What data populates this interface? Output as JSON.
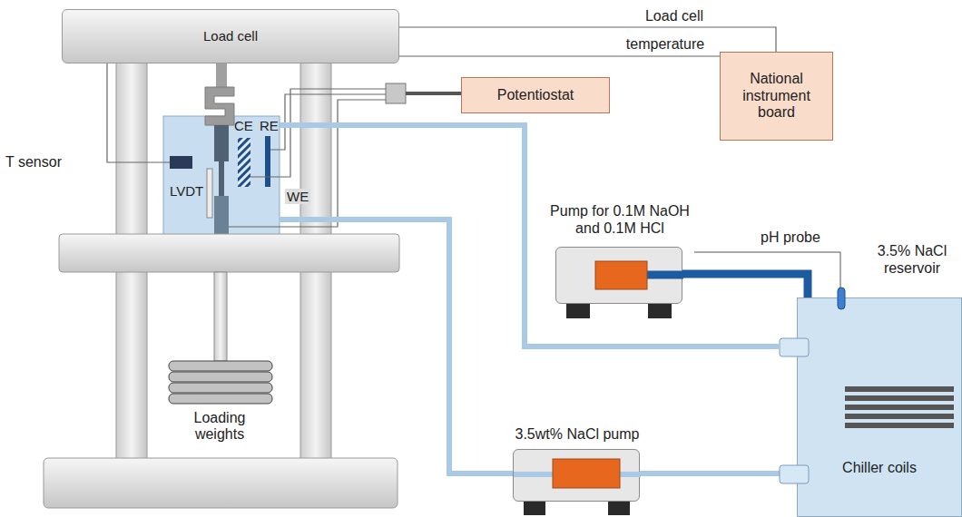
{
  "diagram": {
    "nodes": [
      {
        "text": [
          "Load cell"
        ]
      },
      {
        "text": [
          "Potentiostat"
        ]
      },
      {
        "text": [
          "National instrument board"
        ]
      },
      {
        "text": [
          "Pump for 0.1M NaOH and 0.1M HCl"
        ]
      },
      {
        "text": [
          "3.5wt% NaCl pump"
        ]
      },
      {
        "text": [
          "3.5% NaCl reservoir",
          "Chiller coils"
        ]
      }
    ],
    "edges": [
      {
        "from": 0,
        "to": 2,
        "label": "Load cell",
        "arrow": "none"
      },
      {
        "from": 0,
        "to": 2,
        "label": "temperature",
        "arrow": "none"
      },
      {
        "from": 3,
        "to": 5,
        "arrow": "none"
      },
      {
        "from": 4,
        "to": 5,
        "arrow": "none"
      }
    ],
    "labels": [
      "T sensor",
      "LVDT",
      "CE",
      "RE",
      "WE",
      "Loading weights",
      "pH probe"
    ]
  }
}
